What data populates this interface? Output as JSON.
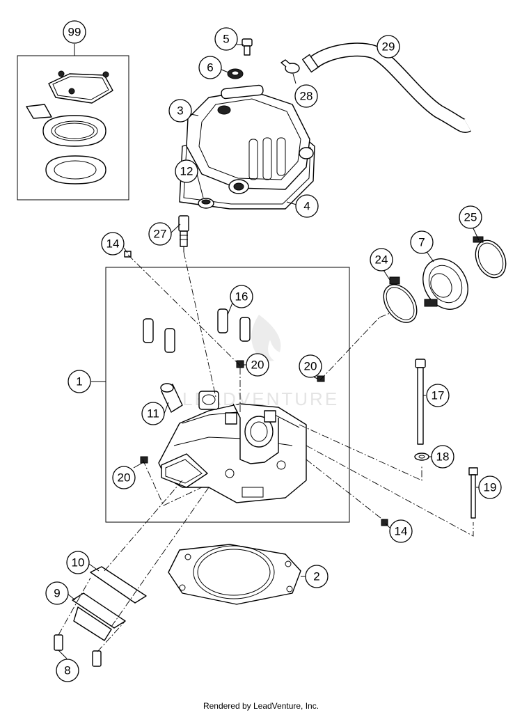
{
  "diagram": {
    "watermark": "LEADVENTURE",
    "credit": "Rendered by LeadVenture, Inc.",
    "callouts": [
      {
        "label": "99"
      },
      {
        "label": "5"
      },
      {
        "label": "6"
      },
      {
        "label": "29"
      },
      {
        "label": "3"
      },
      {
        "label": "28"
      },
      {
        "label": "12"
      },
      {
        "label": "4"
      },
      {
        "label": "27"
      },
      {
        "label": "14"
      },
      {
        "label": "25"
      },
      {
        "label": "7"
      },
      {
        "label": "24"
      },
      {
        "label": "16"
      },
      {
        "label": "20"
      },
      {
        "label": "20"
      },
      {
        "label": "1"
      },
      {
        "label": "17"
      },
      {
        "label": "11"
      },
      {
        "label": "18"
      },
      {
        "label": "20"
      },
      {
        "label": "19"
      },
      {
        "label": "14"
      },
      {
        "label": "10"
      },
      {
        "label": "2"
      },
      {
        "label": "9"
      },
      {
        "label": "8"
      }
    ]
  }
}
